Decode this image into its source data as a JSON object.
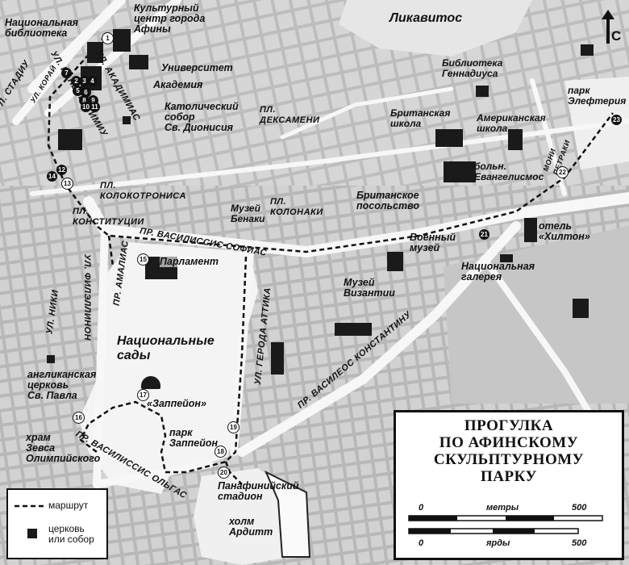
{
  "title": {
    "lines": [
      "ПРОГУЛКА",
      "ПО АФИНСКОМУ",
      "СКУЛЬПТУРНОМУ",
      "ПАРКУ"
    ]
  },
  "compass": {
    "label": "С"
  },
  "legend": {
    "route_label": "маршрут",
    "church_label": "церковь\nили собор"
  },
  "scale": {
    "meters_label": "метры",
    "yards_label": "ярды",
    "meters_start": "0",
    "meters_end": "500",
    "yards_start": "0",
    "yards_end": "500"
  },
  "labels": {
    "lykavittos": "Ликавитос",
    "national_library": "Национальная\nбиблиотека",
    "cultural_center": "Культурный\nцентр города\nАфины",
    "university": "Университет",
    "academy": "Академия",
    "catholic_cathedral": "Католический\nсобор\nСв. Дионисия",
    "dexameni": "ПЛ.\nДЕКСАМЕНИ",
    "gennadius": "Библиотека\nГеннадиуса",
    "eleftheria": "парк\nЭлефтерия",
    "british_school": "Британская\nшкола",
    "american_school": "Американская\nшкола",
    "evangelismos": "больн.\nЕвангелисмос",
    "kolokotronis": "ПЛ.\nКОЛОКОТРОНИСА",
    "benaki": "Музей\nБенаки",
    "kolonaki": "ПЛ.\nКОЛОНАКИ",
    "british_embassy": "Британское\nпосольство",
    "konstitutsii": "ПЛ.\nКОНСТИТУЦИИ",
    "war_museum": "Военный\nмузей",
    "hilton": "отель\n«Хилтон»",
    "parliament": "Парламент",
    "byzantine": "Музей\nВизантии",
    "national_gallery": "Национальная\nгалерея",
    "national_gardens": "Национальные\nсады",
    "anglican": "англиканская\nцерковь\nСв. Павла",
    "zappeion": "«Заппейон»",
    "zappeion_park": "парк\nЗаппейон",
    "olympian_zeus": "храм\nЗевса\nОлимпийского",
    "panathenaic": "Панафинийский\nстадион",
    "ardittos": "холм\nАрдитт"
  },
  "streets": {
    "stadiou": "УЛ. СТАДИУ",
    "panepistimiou": "УЛ. ПАНЕПИСТИМИУ",
    "akadimias": "УЛ. АКАДИМИАС",
    "korai": "УЛ. КОРАЙ",
    "vas_sofias": "ПР. ВАСИЛИССИС СОФИАС",
    "amalias": "ПР. АМАЛИАС",
    "filellinon": "УЛ. ФИЛЭЛЛИНОН",
    "nikis": "УЛ. НИКИ",
    "irodou_attikou": "УЛ. ГЕРОДА АТТИКА",
    "vas_konstantinou": "ПР. ВАСИЛЕОС КОНСТАНТИНУ",
    "vas_olgas": "ПР. ВАСИЛИССИС ОЛЬГАС",
    "moni_petraki": "МОНИ\nПЕТРАКИ"
  },
  "stops": [
    "1",
    "2",
    "3",
    "4",
    "5",
    "6",
    "7",
    "8",
    "9",
    "10",
    "11",
    "12",
    "13",
    "14",
    "15",
    "16",
    "17",
    "18",
    "19",
    "20",
    "21",
    "22",
    "23"
  ]
}
